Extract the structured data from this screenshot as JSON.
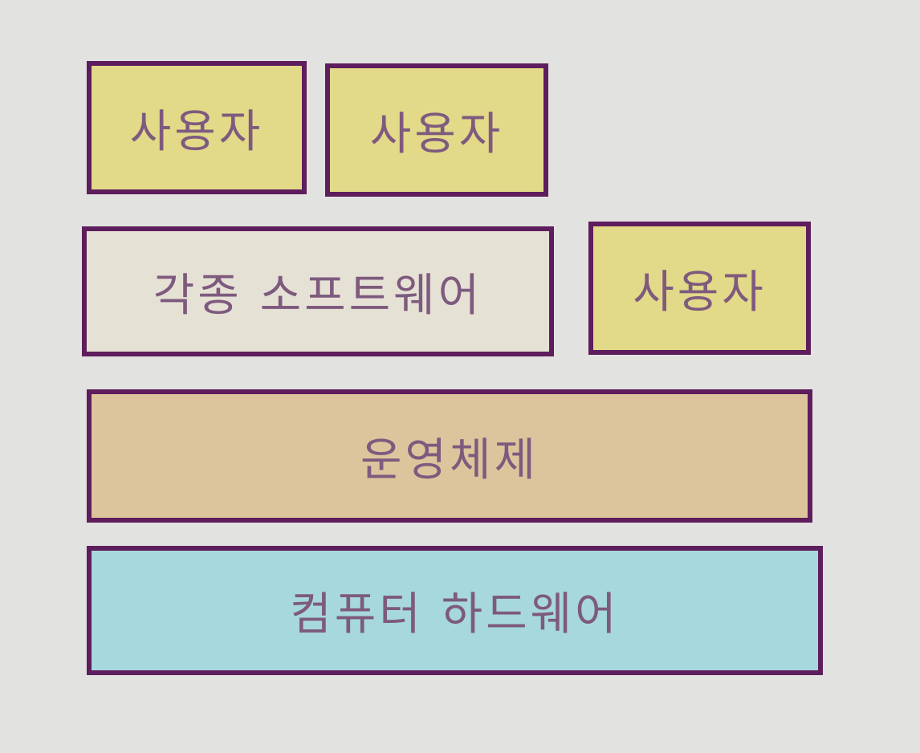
{
  "diagram": {
    "boxes": [
      {
        "id": "user-1",
        "label": "사용자",
        "color": "#e2d989"
      },
      {
        "id": "user-2",
        "label": "사용자",
        "color": "#e2d989"
      },
      {
        "id": "software",
        "label": "각종 소프트웨어",
        "color": "#e6e1d5"
      },
      {
        "id": "user-3",
        "label": "사용자",
        "color": "#e2d989"
      },
      {
        "id": "os",
        "label": "운영체제",
        "color": "#dcc59c"
      },
      {
        "id": "hardware",
        "label": "컴퓨터 하드웨어",
        "color": "#a6d8dd"
      }
    ],
    "border_color": "#5e1d5c",
    "text_color": "#7e5a7e",
    "background_color": "#e2e2e0"
  }
}
